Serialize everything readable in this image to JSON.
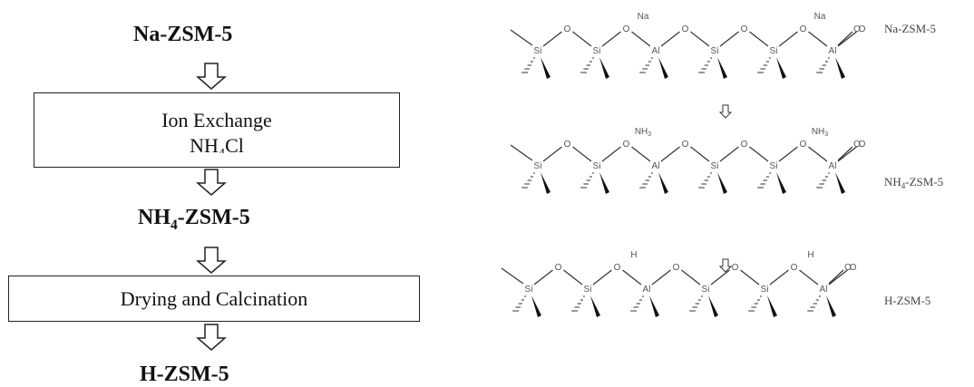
{
  "flowchart": {
    "start_label": "Na-ZSM-5",
    "step1_line1": "Ion Exchange",
    "step1_line2_main": "NH",
    "step1_line2_sub": "4",
    "step1_line2_tail": "Cl",
    "mid_label_main": "NH",
    "mid_label_sub": "4",
    "mid_label_tail": "-ZSM-5",
    "step2_label": "Drying and Calcination",
    "end_label": "H-ZSM-5"
  },
  "structures": [
    {
      "name": "Na-ZSM-5",
      "atoms": [
        "Si",
        "O",
        "Si",
        "O",
        "Al",
        "O",
        "Si",
        "O",
        "Si",
        "O",
        "Al",
        "O"
      ],
      "cation": "Na",
      "cation_sub": ""
    },
    {
      "name": "NH4-ZSM-5",
      "name_main": "NH",
      "name_sub": "4",
      "name_tail": "-ZSM-5",
      "atoms": [
        "Si",
        "O",
        "Si",
        "O",
        "Al",
        "O",
        "Si",
        "O",
        "Si",
        "O",
        "Al",
        "O"
      ],
      "cation": "NH",
      "cation_sub": "3"
    },
    {
      "name": "H-ZSM-5",
      "atoms": [
        "Si",
        "O",
        "Si",
        "O",
        "Al",
        "O",
        "Si",
        "O",
        "Si",
        "O",
        "Al",
        "O"
      ],
      "cation": "H",
      "cation_sub": ""
    }
  ]
}
